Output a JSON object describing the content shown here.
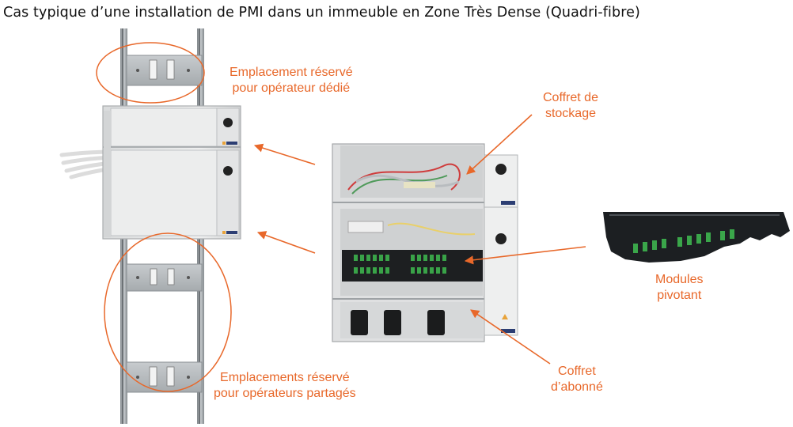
{
  "title": "Cas typique d’une installation de PMI dans un immeuble en Zone Très Dense (Quadri-fibre)",
  "labels": {
    "reserved_line1": "Emplacement réservé",
    "reserved_line2": "pour opérateur dédié",
    "storage_line1": "Coffret de",
    "storage_line2": "stockage",
    "modules_line1": "Modules",
    "modules_line2": "pivotant",
    "shared_line1": "Emplacements réservé",
    "shared_line2": "pour opérateurs partagés",
    "subscriber_line1": "Coffret",
    "subscriber_line2": "d’abonné"
  },
  "colors": {
    "accent": "#e8682a",
    "cabinet": "#e9eaea",
    "rail": "#a8adb0",
    "connector": "#3aa64a",
    "module_body": "#1c1f22"
  }
}
